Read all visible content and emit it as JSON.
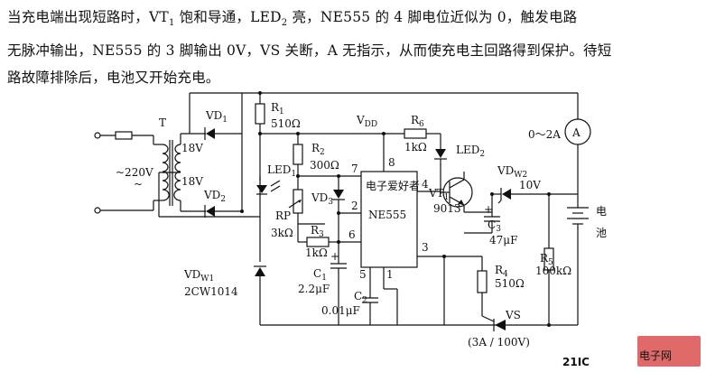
{
  "text": {
    "line1_a": "当充电端出现短路时，VT",
    "line1_a_sub": "1",
    "line1_b": " 饱和导通，LED",
    "line1_b_sub": "2",
    "line1_c": " 亮，NE555 的 4 脚电位近似为 0，触发电路",
    "line2": "无脉冲输出，NE555 的 3 脚输出 0V，VS 关断，A 无指示，从而使充电主回路得到保护。待短",
    "line3": "路故障排除后，电池又开始充电。"
  },
  "labels": {
    "transformer": "T",
    "sec1": "18V",
    "sec2": "18V",
    "mains": "~220V",
    "mains_dash": "~",
    "vd1": "VD",
    "vd1_sub": "1",
    "vd2": "VD",
    "vd2_sub": "2",
    "vdw1": "VD",
    "vdw1_sub": "W1",
    "vdw1_model": "2CW1014",
    "r1": "R",
    "r1_sub": "1",
    "r1_val": "510Ω",
    "r2": "R",
    "r2_sub": "2",
    "r2_val": "300Ω",
    "led1": "LED",
    "led1_sub": "1",
    "vd3": "VD",
    "vd3_sub": "3",
    "rp": "RP",
    "rp_val": "3kΩ",
    "r3": "R",
    "r3_sub": "3",
    "r3_val": "1kΩ",
    "c1": "C",
    "c1_sub": "1",
    "c1_val": "2.2μF",
    "c2": "C",
    "c2_sub": "2",
    "c2_val": "0.01μF",
    "vdd": "V",
    "vdd_sub": "DD",
    "r6": "R",
    "r6_sub": "6",
    "r6_val": "1kΩ",
    "led2": "LED",
    "led2_sub": "2",
    "ic": "NE555",
    "pin8": "8",
    "pin7": "7",
    "pin2": "2",
    "pin6": "6",
    "pin5": "5",
    "pin1": "1",
    "pin4": "4",
    "pin3": "3",
    "vt1": "VT",
    "vt1_sub": "1",
    "vt1_model": "9013",
    "c3": "C",
    "c3_sub": "3",
    "c3_val": "47μF",
    "vdw2": "VD",
    "vdw2_sub": "W2",
    "vdw2_val": "10V",
    "r4": "R",
    "r4_sub": "4",
    "r4_val": "510Ω",
    "r5": "R",
    "r5_sub": "5",
    "r5_val": "100kΩ",
    "vs": "VS",
    "vs_rating": "(3A / 100V)",
    "ammeter_range": "0～2A",
    "ammeter": "A",
    "battery_1": "电",
    "battery_2": "池",
    "plus": "+",
    "watermark_logo": "21IC",
    "watermark_text": "电子网",
    "watermark_overlay": "电子爱好者"
  },
  "colors": {
    "ink": "#111111",
    "watermark_red": "#e06a6a",
    "watermark_gray": "#c8c8c8"
  }
}
